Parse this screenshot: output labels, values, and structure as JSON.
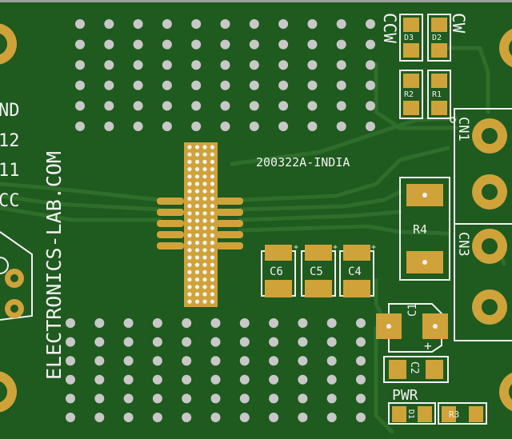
{
  "board": {
    "brand_text": "ELECTRONICS-LAB.COM",
    "board_id": "200322A-INDIA",
    "edge_labels": [
      "ND",
      "12",
      "11",
      "CC"
    ],
    "colors": {
      "board": "#1f5a1f",
      "copper": "#cfa33a",
      "silk": "#f2f2f2",
      "trace": "#2e6e2a",
      "hole": "#c8c8c8"
    }
  },
  "components": {
    "capacitors": [
      {
        "ref": "C6",
        "mark": "+"
      },
      {
        "ref": "C5",
        "mark": "+"
      },
      {
        "ref": "C4",
        "mark": "+"
      }
    ],
    "c1": {
      "ref": "C1",
      "mark": "+"
    },
    "c2": {
      "ref": "C2"
    },
    "r4": {
      "ref": "R4"
    },
    "d3": {
      "ref": "D3"
    },
    "d2": {
      "ref": "D2"
    },
    "r2": {
      "ref": "R2"
    },
    "r1": {
      "ref": "R1"
    },
    "d1": {
      "ref": "D1"
    },
    "r3": {
      "ref": "R3"
    },
    "pwr": {
      "ref": "PWR"
    },
    "ccw": {
      "ref": "CCW"
    },
    "cw": {
      "ref": "CW"
    },
    "cn1": {
      "ref": "CN1"
    },
    "cn3": {
      "ref": "CN3"
    }
  }
}
